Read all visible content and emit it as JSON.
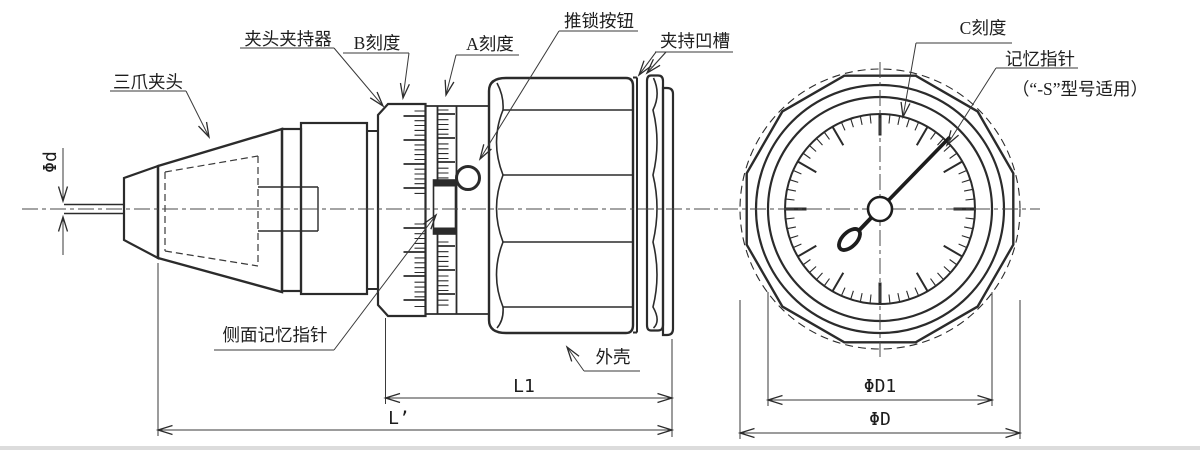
{
  "drawing": {
    "labels": {
      "three_jaw_chuck": "三爪夹头",
      "chuck_holder": "夹头夹持器",
      "scale_b": "B刻度",
      "scale_a": "A刻度",
      "push_lock_button": "推锁按钮",
      "grip_groove": "夹持凹槽",
      "scale_c": "C刻度",
      "memory_pointer": "记忆指针",
      "memory_pointer_note": "（“-S”型号适用）",
      "side_memory_pointer": "侧面记忆指针",
      "housing": "外壳"
    },
    "dimensions": {
      "phi_d": "Φd",
      "l1": "L1",
      "l_prime": "L’",
      "phi_d1": "ΦD1",
      "phi_d_full": "ΦD"
    },
    "colors": {
      "line": "#2b2b2b",
      "background": "#ffffff"
    }
  }
}
